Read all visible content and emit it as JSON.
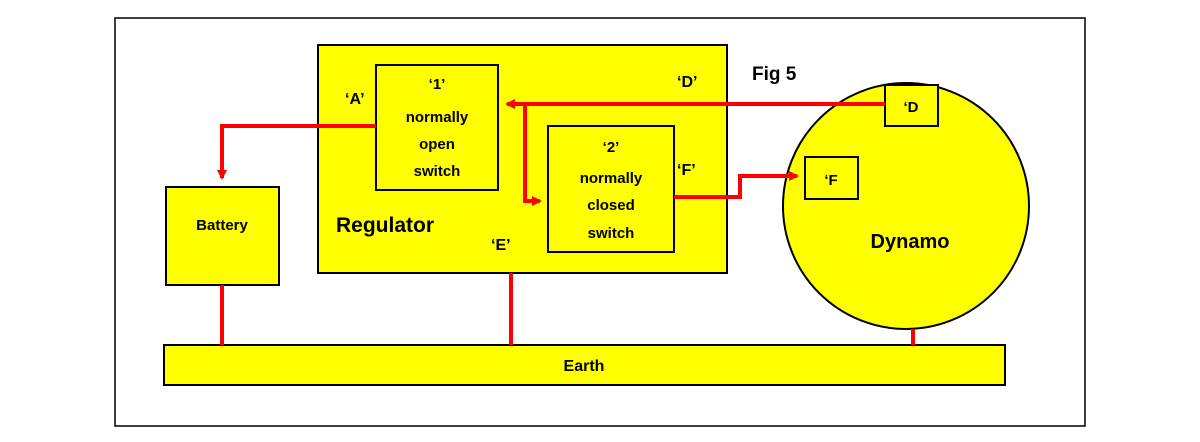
{
  "figure_label": "Fig 5",
  "colors": {
    "component_fill": "#ffff00",
    "wire": "#ff0000",
    "outline": "#000000"
  },
  "regulator": {
    "label": "Regulator",
    "terminal_a": "‘A’",
    "terminal_d": "‘D’",
    "terminal_f": "‘F’",
    "terminal_e": "‘E’",
    "switch1": {
      "number": "‘1’",
      "line1": "normally",
      "line2": "open",
      "line3": "switch"
    },
    "switch2": {
      "number": "‘2’",
      "line1": "normally",
      "line2": "closed",
      "line3": "switch"
    }
  },
  "battery": {
    "label": "Battery"
  },
  "dynamo": {
    "label": "Dynamo",
    "terminal_d": "‘D",
    "terminal_f": "‘F"
  },
  "earth": {
    "label": "Earth"
  }
}
